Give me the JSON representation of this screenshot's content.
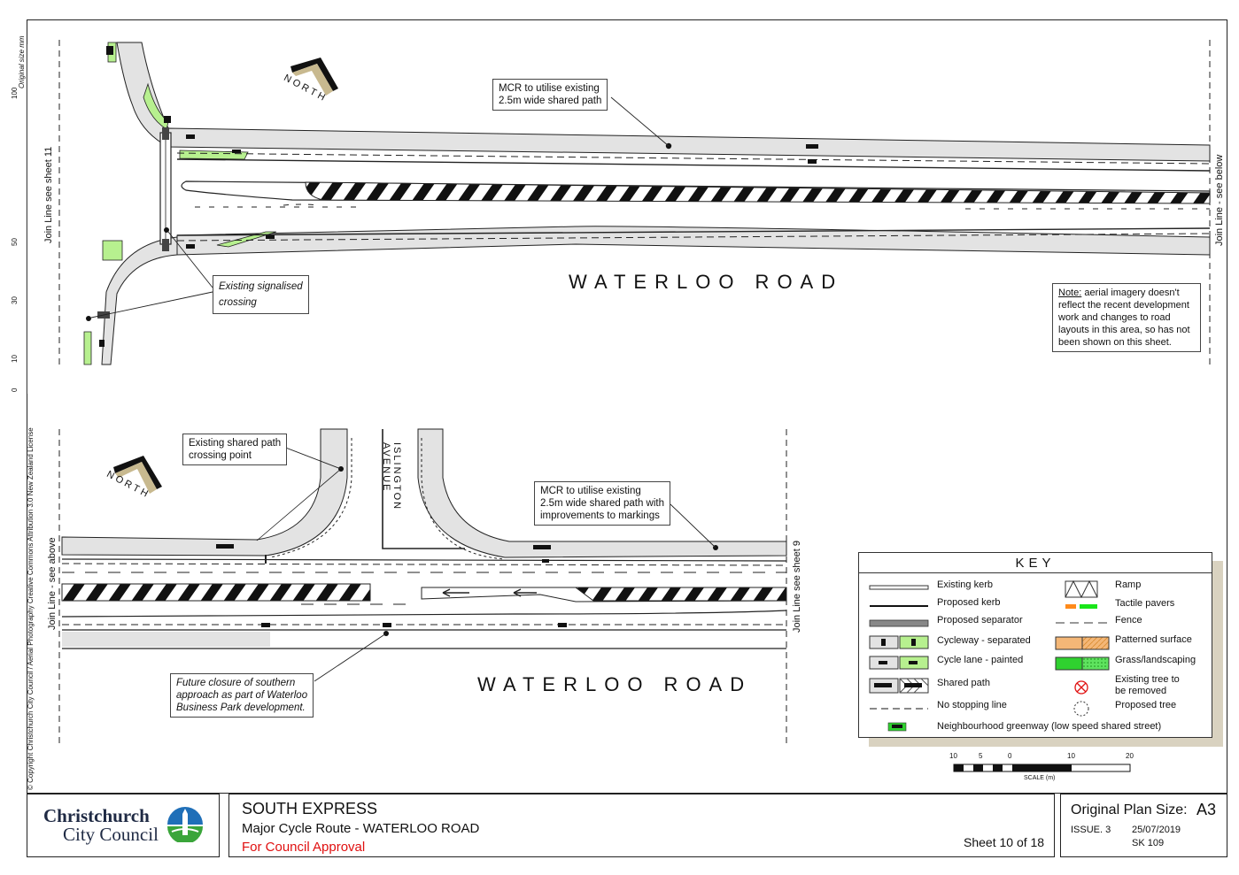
{
  "margin": {
    "copyright": "© Copyright Christchurch City Council  /  Aerial Photography Creative Commons Attribution 3.0 New Zealand License",
    "original_size": "Original size mm",
    "scale_ticks": [
      "100",
      "50",
      "30",
      "10",
      "0"
    ]
  },
  "top_panel": {
    "road_name": "WATERLOO ROAD",
    "north": "NORTH",
    "join_left": "Join Line see sheet 11",
    "join_right": "Join Line - see below",
    "callout_mcr": "MCR to utilise existing\n2.5m wide shared path",
    "callout_crossing": "Existing signalised\ncrossing",
    "note_label": "Note:",
    "note_text": " aerial imagery doesn't reflect the recent development work and changes to road layouts in this area, so has not been shown on this sheet."
  },
  "bottom_panel": {
    "road_name": "WATERLOO ROAD",
    "north": "NORTH",
    "side_street": "ISLINGTON AVENUE",
    "side_street_line1": "ISLINGTON",
    "side_street_line2": "AVENUE",
    "join_left": "Join Line - see above",
    "join_right": "Join Line see sheet 9",
    "callout_crossing_point": "Existing shared path\ncrossing point",
    "callout_mcr": "MCR to utilise existing\n2.5m wide shared path with\nimprovements to markings",
    "callout_closure": "Future closure of southern\napproach as part of Waterloo\nBusiness Park development."
  },
  "key": {
    "title": "KEY",
    "items_left": [
      "Existing kerb",
      "Proposed kerb",
      "Proposed separator",
      "Cycleway - separated",
      "Cycle lane - painted",
      "Shared path",
      "No stopping line"
    ],
    "items_right": [
      "Ramp",
      "Tactile pavers",
      "Fence",
      "Patterned surface",
      "Grass/landscaping",
      "Existing tree to\nbe removed",
      "Proposed tree"
    ],
    "greenway": "Neighbourhood greenway (low speed shared street)",
    "colors": {
      "grass": "#2fd12f",
      "grass_light": "#b7f08f",
      "tactile_orange": "#ff8a1a",
      "tactile_green": "#19e619",
      "patterned": "#f4b777",
      "remove_red": "#e01010"
    }
  },
  "scale_bar": {
    "labels": [
      "10",
      "5",
      "0",
      "10",
      "20"
    ],
    "caption": "SCALE (m)"
  },
  "title_block": {
    "logo_line1": "Christchurch",
    "logo_line2": "City Council",
    "project": "SOUTH EXPRESS",
    "subtitle": "Major Cycle Route - WATERLOO ROAD",
    "status": "For Council Approval",
    "sheet": "Sheet 10 of 18",
    "plan_size_label": "Original Plan Size:",
    "plan_size_value": "A3",
    "issue": "ISSUE. 3",
    "date": "25/07/2019",
    "ref": "SK 109",
    "colors": {
      "status": "#e01010",
      "logo_blue": "#1f6fb8",
      "logo_green": "#3aa53a"
    }
  }
}
